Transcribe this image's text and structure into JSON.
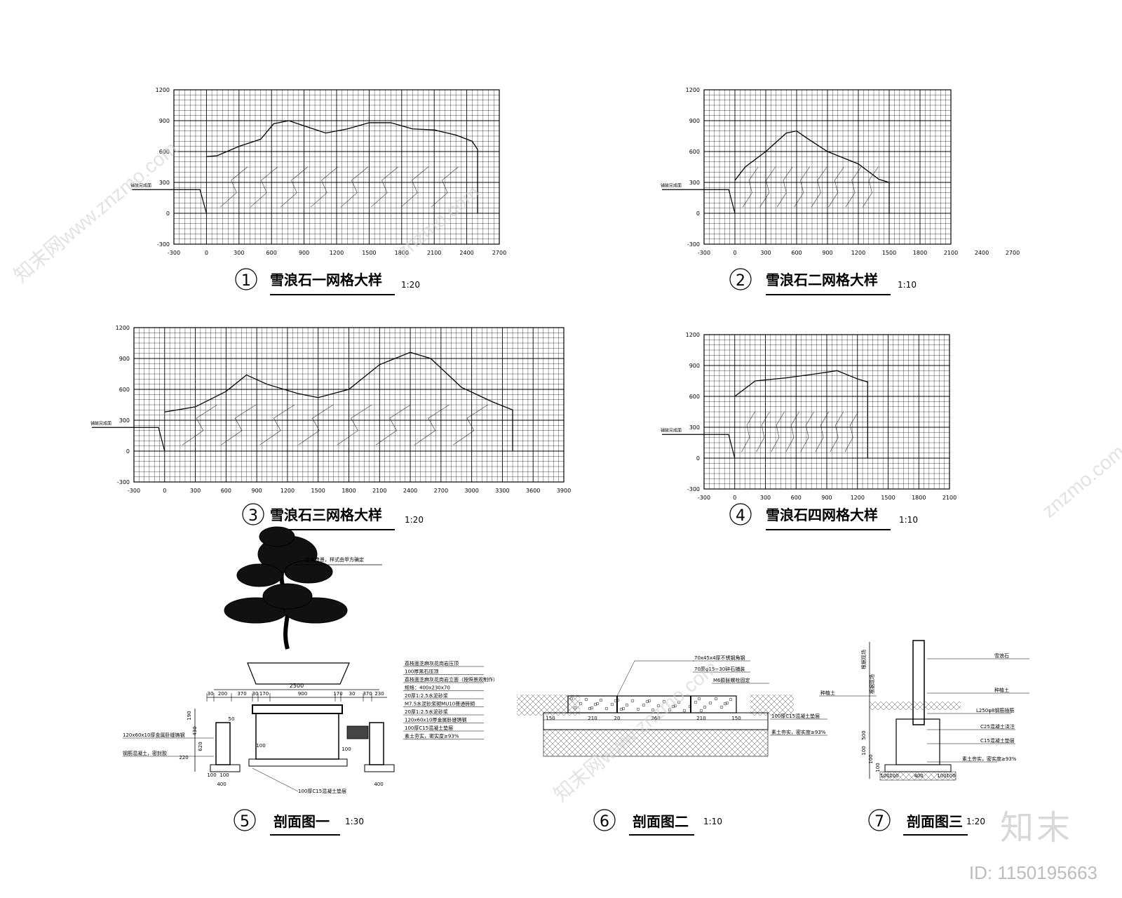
{
  "panels": [
    {
      "num": "1",
      "title": "雪浪石一网格大样",
      "scale": "1:20",
      "x_ticks": [
        "-300",
        "0",
        "300",
        "600",
        "900",
        "1200",
        "1500",
        "1800",
        "2100",
        "2400",
        "2700"
      ],
      "y_ticks": [
        "1200",
        "900",
        "600",
        "300",
        "0",
        "-300"
      ],
      "ground_label": "铺装完成面",
      "rock": [
        [
          0,
          550
        ],
        [
          100,
          560
        ],
        [
          300,
          650
        ],
        [
          500,
          720
        ],
        [
          620,
          870
        ],
        [
          760,
          900
        ],
        [
          900,
          850
        ],
        [
          1100,
          780
        ],
        [
          1300,
          820
        ],
        [
          1500,
          880
        ],
        [
          1700,
          880
        ],
        [
          1900,
          820
        ],
        [
          2100,
          810
        ],
        [
          2300,
          760
        ],
        [
          2450,
          700
        ],
        [
          2500,
          620
        ],
        [
          2500,
          0
        ]
      ]
    },
    {
      "num": "2",
      "title": "雪浪石二网格大样",
      "scale": "1:10",
      "x_ticks": [
        "-300",
        "0",
        "300",
        "600",
        "900",
        "1200",
        "1500",
        "1800",
        "2100",
        "2400",
        "2700"
      ],
      "y_ticks": [
        "1200",
        "900",
        "600",
        "300",
        "0",
        "-300"
      ],
      "ground_label": "铺装完成面",
      "rock": [
        [
          0,
          320
        ],
        [
          100,
          450
        ],
        [
          300,
          600
        ],
        [
          500,
          780
        ],
        [
          600,
          800
        ],
        [
          700,
          730
        ],
        [
          900,
          600
        ],
        [
          1100,
          520
        ],
        [
          1200,
          480
        ],
        [
          1400,
          330
        ],
        [
          1500,
          300
        ],
        [
          1500,
          0
        ]
      ]
    },
    {
      "num": "3",
      "title": "雪浪石三网格大样",
      "scale": "1:20",
      "x_ticks": [
        "-300",
        "0",
        "300",
        "600",
        "900",
        "1200",
        "1500",
        "1800",
        "2100",
        "2400",
        "2700",
        "3000",
        "3300",
        "3600",
        "3900"
      ],
      "y_ticks": [
        "1200",
        "900",
        "600",
        "300",
        "0",
        "-300"
      ],
      "ground_label": "铺装完成面",
      "rock": [
        [
          0,
          380
        ],
        [
          300,
          430
        ],
        [
          600,
          580
        ],
        [
          800,
          740
        ],
        [
          1000,
          650
        ],
        [
          1300,
          560
        ],
        [
          1500,
          520
        ],
        [
          1800,
          600
        ],
        [
          2100,
          840
        ],
        [
          2400,
          960
        ],
        [
          2600,
          900
        ],
        [
          2900,
          620
        ],
        [
          3200,
          480
        ],
        [
          3400,
          400
        ],
        [
          3400,
          0
        ]
      ]
    },
    {
      "num": "4",
      "title": "雪浪石四网格大样",
      "scale": "1:10",
      "x_ticks": [
        "-300",
        "0",
        "300",
        "600",
        "900",
        "1200",
        "1500",
        "1800",
        "2100"
      ],
      "y_ticks": [
        "1200",
        "900",
        "600",
        "300",
        "0",
        "-300"
      ],
      "ground_label": "铺装完成面",
      "rock": [
        [
          0,
          600
        ],
        [
          200,
          750
        ],
        [
          500,
          780
        ],
        [
          800,
          820
        ],
        [
          1000,
          850
        ],
        [
          1200,
          770
        ],
        [
          1300,
          740
        ],
        [
          1300,
          0
        ]
      ]
    }
  ],
  "sections": [
    {
      "num": "5",
      "title": "剖面图一",
      "scale": "1:30",
      "tree_note": "选点造景，样式由甲方确定",
      "dims_top": [
        "30",
        "200",
        "370",
        "30",
        "170",
        "900",
        "170",
        "30",
        "370",
        "230"
      ],
      "dims_total": "2500",
      "dims_side": [
        "190",
        "430",
        "620"
      ],
      "dims_small": [
        "50",
        "100",
        "100",
        "220"
      ],
      "dims_bottom": [
        "100",
        "100",
        "400",
        "400"
      ],
      "labels_right": [
        "荔枝面芝麻灰花岗岩压顶",
        "100厚黑石压顶",
        "荔枝面芝麻灰花岗岩立面（按照景观制作）",
        "规格：400x230x70",
        "20厚1:2.5水泥砂浆",
        "M7.5水泥砂浆砌MU10普通砖砌",
        "20厚1:2.5水泥砂浆",
        "120x60x10厚金属卧缝铸钢",
        "100厚C15混凝土垫层",
        "素土夯实，密实度≥93%"
      ],
      "labels_left": [
        "120x60x10厚金属卧缝铸钢",
        "钢筋混凝土，密封胶"
      ],
      "label_bottom": "100厚C15混凝土垫层"
    },
    {
      "num": "6",
      "title": "剖面图二",
      "scale": "1:10",
      "labels": [
        "70x45x4厚不锈钢角钢",
        "70厚φ15~30碎石铺装",
        "M6膨胀螺栓固定",
        "种植土",
        "100厚C15混凝土垫层",
        "素土夯实，密实度≥93%"
      ],
      "dims": [
        "150",
        "210",
        "20",
        "360",
        "210",
        "150"
      ]
    },
    {
      "num": "7",
      "title": "剖面图三",
      "scale": "1:20",
      "labels": [
        "雪浪石",
        "种植土",
        "L250φ8钢筋插筋",
        "C25混凝土浇注",
        "C15混凝土垫层",
        "素土夯实，密实度≥93%"
      ],
      "dims_left": [
        "根据现场",
        "根据现场",
        "500",
        "100",
        "100",
        "100"
      ],
      "dims_bottom": [
        "100",
        "100",
        "400",
        "100",
        "100"
      ]
    }
  ],
  "watermarks": [
    "知末网www.znzmo.com",
    "znzmo.com",
    "知末网www.znzmo.com",
    "znzmo.com"
  ],
  "brand": "知末",
  "image_id": "ID: 1150195663"
}
